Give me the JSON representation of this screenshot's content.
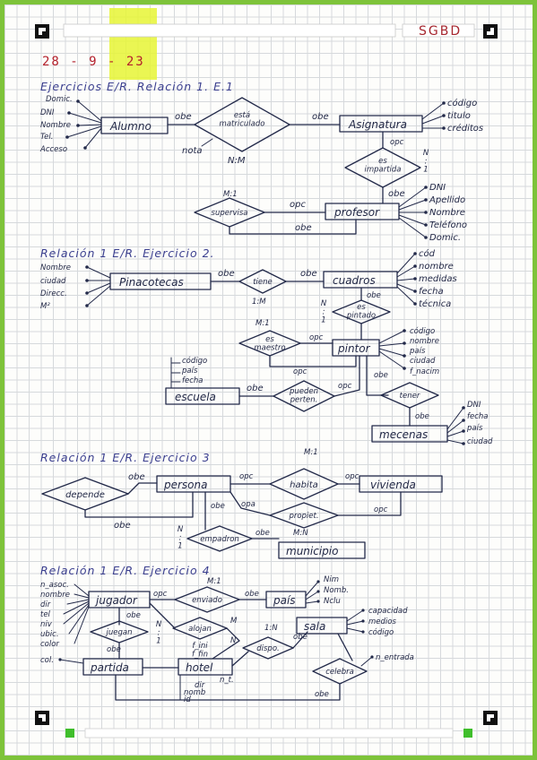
{
  "header": {
    "subject": "SGBD",
    "date": "28 - 9 - 23",
    "colors": {
      "frame": "#7ec33a",
      "highlighter": "#e6f535",
      "ink": "#232a4a",
      "heading": "#3b3f8f",
      "date": "#b4212c"
    }
  },
  "ex1": {
    "heading": "Ejercicios E/R.  Relación 1. E.1",
    "alumno_attrs": [
      "Domic.",
      "DNI",
      "Nombre",
      "Tel.",
      "Acceso"
    ],
    "alumno": "Alumno",
    "rel_esta": "está\nmatriculado",
    "obe_left": "obe",
    "obe_right": "obe",
    "nota": "nota",
    "card_nm": "N:M",
    "asignatura": "Asignatura",
    "asig_attrs": [
      "código",
      "titulo",
      "créditos"
    ],
    "opc": "opc",
    "rel_es": "es\nimpartida",
    "card_n1": "N\n:\n1",
    "obe_down": "obe",
    "card_m1": "M:1",
    "supervisa": "supervisa",
    "opc2": "opc",
    "profesor": "profesor",
    "obe_bottom": "obe",
    "prof_attrs": [
      "DNI",
      "Apellido",
      "Nombre",
      "Teléfono",
      "Domic."
    ]
  },
  "ex2": {
    "heading": "Relación 1 E/R. Ejercicio 2.",
    "pin_attrs": [
      "Nombre",
      "ciudad",
      "Direcc.",
      "M²"
    ],
    "pinacotecas": "Pinacotecas",
    "obe1": "obe",
    "tiene": "tiene",
    "obe2": "obe",
    "card_1m": "1:M",
    "cuadros": "cuadros",
    "cuadro_attrs": [
      "cód",
      "nombre",
      "medidas",
      "fecha",
      "técnica"
    ],
    "obe3": "obe",
    "es_pintado": "es\npintado",
    "card_n1": "N\n:\n1",
    "card_m1": "M:1",
    "es_maestro": "es\nmaestro",
    "opc1": "opc",
    "pintor": "pintor",
    "opc2": "opc",
    "pintor_attrs": [
      "código",
      "nombre",
      "país",
      "ciudad",
      "f_nacim"
    ],
    "escuela_attrs": [
      "código",
      "país",
      "fecha"
    ],
    "escuela": "escuela",
    "obe4": "obe",
    "pueden": "pueden\nperten.",
    "opc3": "opc",
    "obe5": "obe",
    "tener": "tener",
    "obe6": "obe",
    "mecenas": "mecenas",
    "mecenas_attrs": [
      "DNI",
      "fecha",
      "país",
      "ciudad"
    ]
  },
  "ex3": {
    "heading": "Relación 1 E/R. Ejercicio 3",
    "depende": "depende",
    "obe1": "obe",
    "obe2": "obe",
    "persona": "persona",
    "opc1": "opc",
    "card_m1": "M:1",
    "habita": "habita",
    "opc2": "opc",
    "vivienda": "vivienda",
    "opa": "opa",
    "propiet": "propiet.",
    "opc3": "opc",
    "obe3": "obe",
    "card_n": "N\n:\n1",
    "empadron": "empadron",
    "obe4": "obe",
    "card_mn": "M:N",
    "municipio": "municipio"
  },
  "ex4": {
    "heading": "Relación 1 E/R. Ejercicio 4",
    "jug_attrs": [
      "n_asoc.",
      "nombre",
      "dir",
      "tel",
      "niv",
      "ubic.",
      "color"
    ],
    "jugador": "jugador",
    "opc1": "opc",
    "enviado": "enviado",
    "obe1": "obe",
    "card_m1": "M:1",
    "pais": "país",
    "pais_attrs": [
      "Nim",
      "Nomb.",
      "Nclu"
    ],
    "obe2": "obe",
    "juegan": "juegan",
    "alojan": "alojan",
    "f_ini": "f_ini\nf_fin",
    "card_n": "N\n:\n1",
    "card_m": "M",
    "card_n2": "N",
    "obe3": "obe",
    "col": "col.",
    "partida": "partida",
    "card_1n": "1:N",
    "sala": "sala",
    "sala_attrs": [
      "capacidad",
      "medios",
      "código"
    ],
    "dispo": "dispo.",
    "obe4": "obe",
    "n_entrada": "n_entrada",
    "hotel": "hotel",
    "hotel_attrs": [
      "n_t.",
      "dir",
      "nomb",
      "id"
    ],
    "celebra": "celebra",
    "obe5": "obe"
  }
}
